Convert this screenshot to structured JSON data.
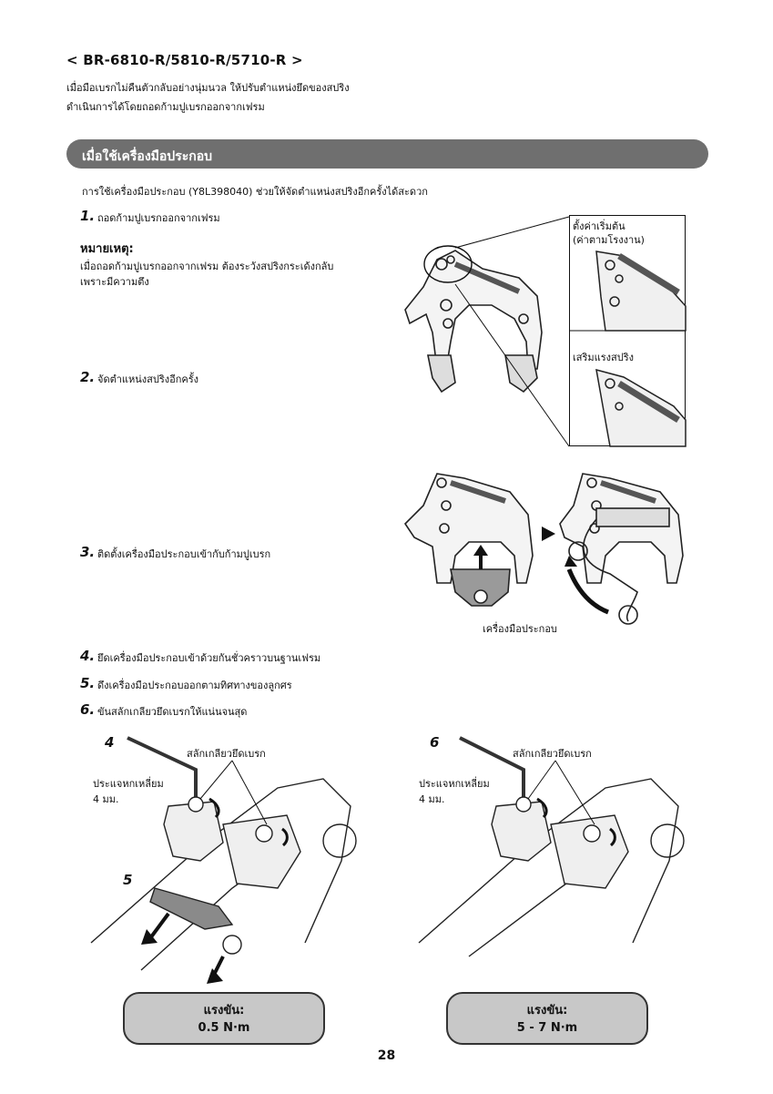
{
  "header": {
    "title": "< BR-6810-R/5810-R/5710-R >",
    "intro_line1": "เมื่อมือเบรกไม่คืนตัวกลับอย่างนุ่มนวล ให้ปรับตำแหน่งยึดของสปริง",
    "intro_line2": "ดำเนินการได้โดยถอดก้ามปูเบรกออกจากเฟรม"
  },
  "section": {
    "title": "เมื่อใช้เครื่องมือประกอบ",
    "lead": "การใช้เครื่องมือประกอบ (Y8L398040) ช่วยให้จัดตำแหน่งสปริงอีกครั้งได้สะดวก"
  },
  "steps": [
    {
      "num": "1.",
      "text": "ถอดก้ามปูเบรกออกจากเฟรม"
    },
    {
      "num": "2.",
      "text": "จัดตำแหน่งสปริงอีกครั้ง"
    },
    {
      "num": "3.",
      "text": "ติดตั้งเครื่องมือประกอบเข้ากับก้ามปูเบรก"
    },
    {
      "num": "4.",
      "text": "ยึดเครื่องมือประกอบเข้าด้วยกันชั่วคราวบนฐานเฟรม"
    },
    {
      "num": "5.",
      "text": "ดึงเครื่องมือประกอบออกตามทิศทางของลูกศร"
    },
    {
      "num": "6.",
      "text": "ขันสลักเกลียวยึดเบรกให้แน่นจนสุด"
    }
  ],
  "note": {
    "heading": "หมายเหตุ:",
    "line1": "เมื่อถอดก้ามปูเบรกออกจากเฟรม ต้องระวังสปริงกระเด้งกลับ",
    "line2": "เพราะมีความตึง"
  },
  "figures": {
    "inset_top_label1": "ตั้งค่าเริ่มต้น",
    "inset_top_label2": "(ค่าตามโรงงาน)",
    "inset_bottom_label": "เสริมแรงสปริง",
    "tool_label": "เครื่องมือประกอบ",
    "left_fig": {
      "num_top": "4",
      "num_bottom": "5",
      "bolt_label": "สลักเกลียวยึดเบรก",
      "key_label1": "ประแจหกเหลี่ยม",
      "key_label2": "4 มม."
    },
    "right_fig": {
      "num_top": "6",
      "bolt_label": "สลักเกลียวยึดเบรก",
      "key_label1": "ประแจหกเหลี่ยม",
      "key_label2": "4 มม."
    }
  },
  "torque_left": {
    "label": "แรงขัน:",
    "value": "0.5 N·m"
  },
  "torque_right": {
    "label": "แรงขัน:",
    "value": "5 - 7 N·m"
  },
  "page_number": "28"
}
